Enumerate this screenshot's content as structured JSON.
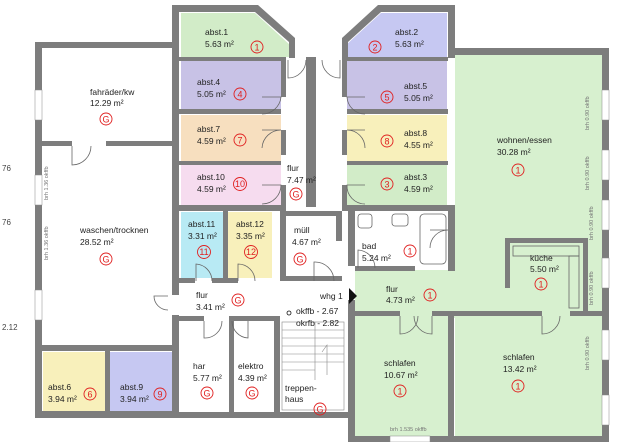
{
  "colors": {
    "apartment": "#d7f0cf",
    "blue_unit": "#c6c8f2",
    "purple_unit": "#c8c2e6",
    "orange_unit": "#f7dfbf",
    "yellow_unit": "#f8f0bb",
    "green_unit": "#d2ecc8",
    "pink_unit": "#f6dcef",
    "cyan_unit": "#b8eaf4",
    "wall": "#7d7d7d",
    "marker": "#e02020"
  },
  "rooms": [
    {
      "id": "abst1",
      "name": "abst.1",
      "area": "5.63 m²",
      "marker": "1"
    },
    {
      "id": "abst2",
      "name": "abst.2",
      "area": "5.63 m²",
      "marker": "2"
    },
    {
      "id": "abst4",
      "name": "abst.4",
      "area": "5.05 m²",
      "marker": "4"
    },
    {
      "id": "abst5",
      "name": "abst.5",
      "area": "5.05 m²",
      "marker": "5"
    },
    {
      "id": "abst7",
      "name": "abst.7",
      "area": "4.59 m²",
      "marker": "7"
    },
    {
      "id": "abst8",
      "name": "abst.8",
      "area": "4.55 m²",
      "marker": "8"
    },
    {
      "id": "abst10",
      "name": "abst.10",
      "area": "4.59 m²",
      "marker": "10"
    },
    {
      "id": "abst3",
      "name": "abst.3",
      "area": "4.59 m²",
      "marker": "3"
    },
    {
      "id": "abst11",
      "name": "abst.11",
      "area": "3.31 m²",
      "marker": "11"
    },
    {
      "id": "abst12",
      "name": "abst.12",
      "area": "3.35 m²",
      "marker": "12"
    },
    {
      "id": "muell",
      "name": "müll",
      "area": "4.67 m²",
      "marker": "G"
    },
    {
      "id": "flur_top",
      "name": "flur",
      "area": "7.47 m²",
      "marker": "G"
    },
    {
      "id": "fahrraeder",
      "name": "fahräder/kw",
      "area": "12.29 m²",
      "marker": "G"
    },
    {
      "id": "waschen",
      "name": "waschen/trocknen",
      "area": "28.52 m²",
      "marker": "G"
    },
    {
      "id": "flur_low",
      "name": "flur",
      "area": "3.41 m²",
      "marker": "G"
    },
    {
      "id": "abst6",
      "name": "abst.6",
      "area": "3.94 m²",
      "marker": "6"
    },
    {
      "id": "abst9",
      "name": "abst.9",
      "area": "3.94 m²",
      "marker": "9"
    },
    {
      "id": "har",
      "name": "har",
      "area": "5.77 m²",
      "marker": "G"
    },
    {
      "id": "elektro",
      "name": "elektro",
      "area": "4.39 m²",
      "marker": "G"
    },
    {
      "id": "treppenhaus",
      "name": "treppen-\nhaus",
      "area": "",
      "marker": "G"
    },
    {
      "id": "wohnen",
      "name": "wohnen/essen",
      "area": "30.28 m²",
      "marker": "1"
    },
    {
      "id": "bad",
      "name": "bad",
      "area": "5.24 m²",
      "marker": "1"
    },
    {
      "id": "kueche",
      "name": "küche",
      "area": "5.50 m²",
      "marker": "1"
    },
    {
      "id": "flur_whg",
      "name": "flur",
      "area": "4.73 m²",
      "marker": "1"
    },
    {
      "id": "schlafen1",
      "name": "schlafen",
      "area": "10.67 m²",
      "marker": "1"
    },
    {
      "id": "schlafen2",
      "name": "schlafen",
      "area": "13.42 m²",
      "marker": "1"
    }
  ],
  "labels": {
    "whg": "whg 1",
    "okffb": "okffb - 2.67",
    "okrfb": "okrfb - 2.82",
    "left_dim_1": "76",
    "left_dim_2": "76",
    "left_dim_3": "2.12"
  },
  "window_notes": [
    "brh 1.36 okffb",
    "brh 1.36 okffb",
    "brh 0.90 okffb",
    "brh 0.90 okffb",
    "brh 0.90 okffb",
    "brh 0.90 okffb",
    "brh 0.90 okffb",
    "brh 1.535 okffb"
  ]
}
